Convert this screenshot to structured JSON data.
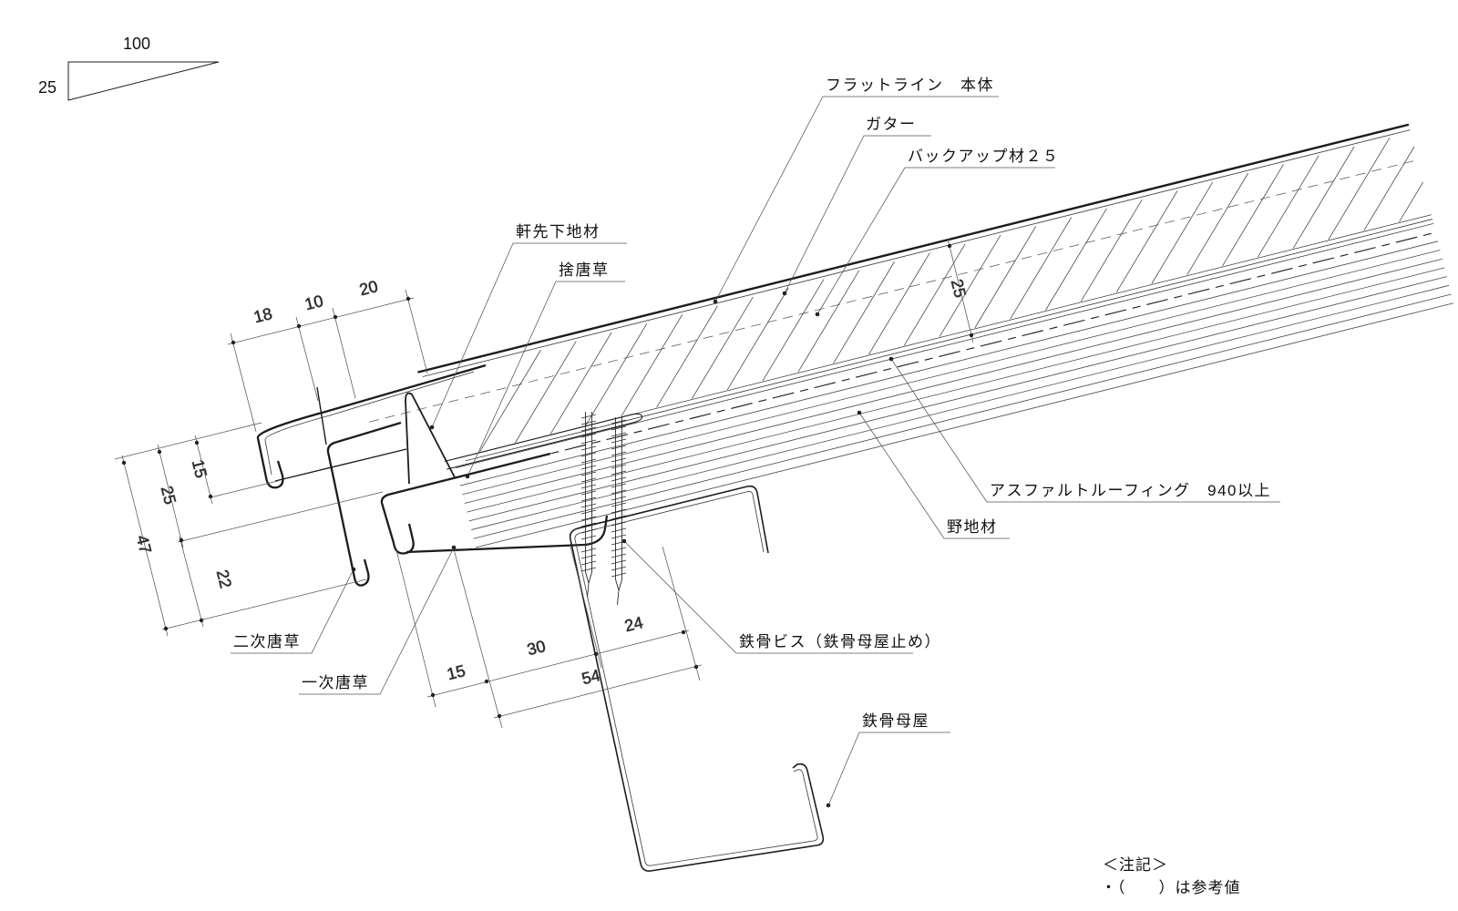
{
  "drawing": {
    "scale_triangle": {
      "run": "100",
      "rise": "25"
    },
    "callouts": {
      "flat_line": "フラットライン　本体",
      "gutter": "ガター",
      "backup": "バックアップ材２５",
      "eave_base": "軒先下地材",
      "sute_karakusa": "捨唐草",
      "asphalt_roofing": "アスファルトルーフィング　940以上",
      "roof_board": "野地材",
      "steel_screw": "鉄骨ビス（鉄骨母屋止め）",
      "steel_purlin": "鉄骨母屋",
      "secondary_karakusa": "二次唐草",
      "primary_karakusa": "一次唐草"
    },
    "dimensions": {
      "eave_edge": [
        "18",
        "10",
        "20"
      ],
      "eave_vertical": [
        "15",
        "25",
        "47",
        "22"
      ],
      "backup_thickness": "25",
      "purlin_area": [
        "15",
        "30",
        "24",
        "54"
      ]
    },
    "note": {
      "heading": "＜注記＞",
      "body": "・（　　）は参考値"
    }
  }
}
